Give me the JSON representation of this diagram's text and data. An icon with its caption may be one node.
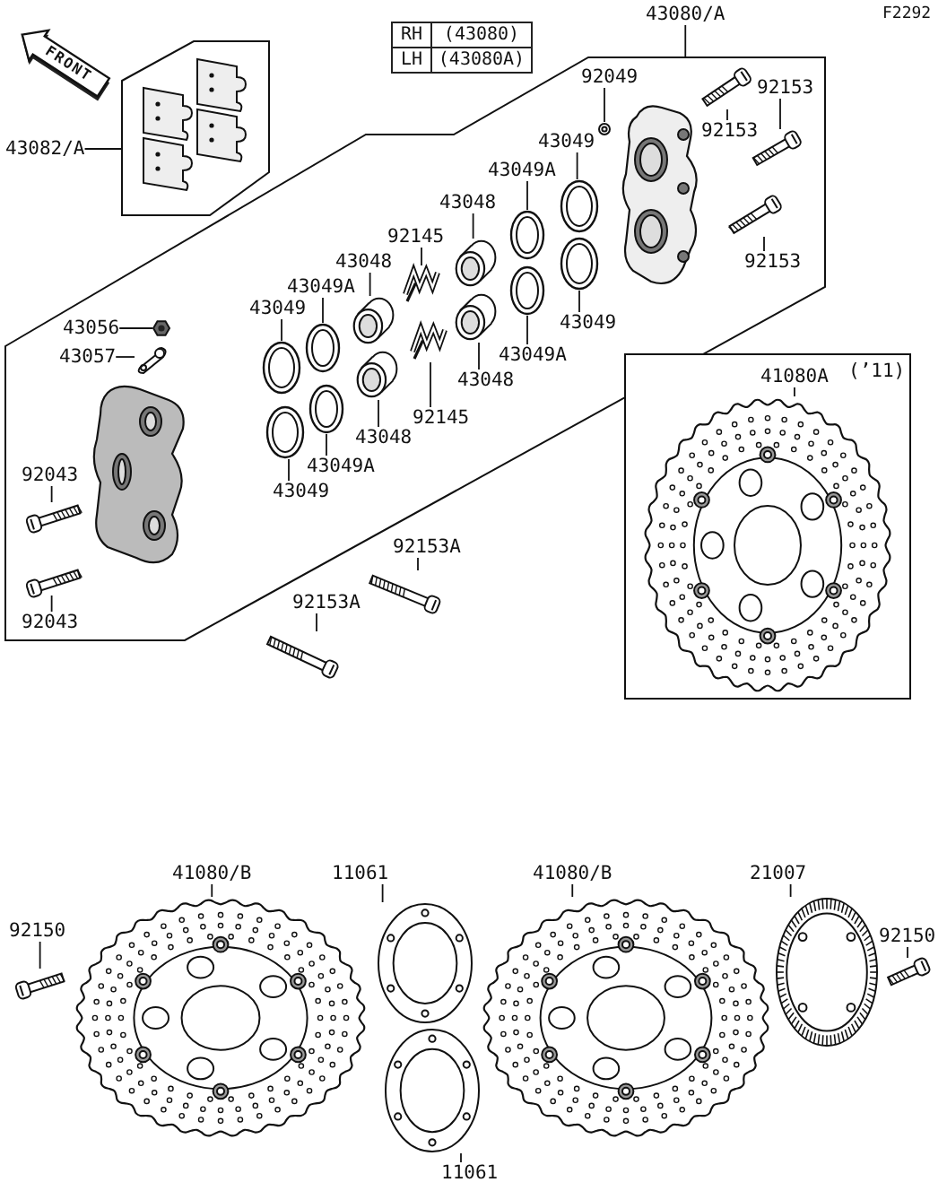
{
  "diagram": {
    "nodes": [
      {
        "text": [
          "43082/A"
        ]
      },
      {
        "text": [],
        "shape": "box"
      },
      {
        "text": [
          "43080/A"
        ]
      },
      {
        "text": [],
        "shape": "box"
      },
      {
        "text": [
          "92049"
        ],
        "in": 3
      },
      {
        "text": [],
        "shape": "picture",
        "in": 3
      },
      {
        "text": [
          "92153"
        ],
        "in": 3
      },
      {
        "text": [
          "92153"
        ],
        "in": 3
      },
      {
        "text": [],
        "shape": "picture",
        "in": 3
      },
      {
        "text": [],
        "shape": "picture",
        "in": 3
      },
      {
        "text": [
          "43049"
        ],
        "in": 3
      },
      {
        "text": [],
        "shape": "picture",
        "in": 3
      },
      {
        "text": [
          "43049A"
        ],
        "in": 3
      },
      {
        "text": [],
        "shape": "picture",
        "in": 3
      },
      {
        "text": [
          "43048"
        ],
        "in": 3
      },
      {
        "text": [],
        "shape": "picture",
        "in": 3
      },
      {
        "text": [
          "92145"
        ],
        "in": 3
      },
      {
        "text": [],
        "shape": "picture",
        "in": 3
      },
      {
        "text": [
          "43048"
        ],
        "in": 3
      },
      {
        "text": [],
        "shape": "picture",
        "in": 3
      },
      {
        "text": [
          "92153"
        ],
        "in": 3
      },
      {
        "text": [],
        "shape": "picture",
        "in": 3
      },
      {
        "text": [
          "43049A"
        ],
        "in": 3
      },
      {
        "text": [],
        "shape": "picture",
        "in": 3
      },
      {
        "text": [
          "43049"
        ],
        "in": 3
      },
      {
        "text": [],
        "shape": "picture",
        "in": 3
      },
      {
        "text": [
          "43056"
        ],
        "in": 3
      },
      {
        "text": [],
        "shape": "picture",
        "in": 3
      },
      {
        "text": [
          "43049"
        ],
        "in": 3
      },
      {
        "text": [],
        "shape": "picture",
        "in": 3
      },
      {
        "text": [
          "43057"
        ],
        "in": 3
      },
      {
        "text": [],
        "shape": "picture",
        "in": 3
      },
      {
        "text": [
          "43049A"
        ],
        "in": 3
      },
      {
        "text": [],
        "shape": "picture",
        "in": 3
      },
      {
        "text": [
          "43048"
        ],
        "in": 3
      },
      {
        "text": [],
        "shape": "picture",
        "in": 3
      },
      {
        "text": [
          "92145"
        ],
        "in": 3
      },
      {
        "text": [],
        "shape": "picture",
        "in": 3
      },
      {
        "text": [
          "43048"
        ],
        "in": 3
      },
      {
        "text": [],
        "shape": "picture",
        "in": 3
      },
      {
        "text": [
          "43049A"
        ],
        "in": 3
      },
      {
        "text": [],
        "shape": "picture",
        "in": 3
      },
      {
        "text": [
          "92043"
        ],
        "in": 3
      },
      {
        "text": [],
        "shape": "picture",
        "in": 3
      },
      {
        "text": [
          "43049"
        ],
        "in": 3
      },
      {
        "text": [],
        "shape": "picture",
        "in": 3
      },
      {
        "text": [
          "92153A"
        ]
      },
      {
        "text": [],
        "shape": "picture"
      },
      {
        "text": [
          "92043"
        ],
        "in": 3
      },
      {
        "text": [],
        "shape": "picture",
        "in": 3
      },
      {
        "text": [
          "92153A"
        ]
      },
      {
        "text": [],
        "shape": "picture"
      },
      {
        "text": [],
        "shape": "box"
      },
      {
        "text": [
          "41080A"
        ],
        "in": 52,
        "beside": [
          "(’11)"
        ]
      },
      {
        "text": [],
        "shape": "picture",
        "in": 52
      },
      {
        "text": [
          "41080/B"
        ]
      },
      {
        "text": [],
        "shape": "picture"
      },
      {
        "text": [
          "11061"
        ]
      },
      {
        "text": [],
        "shape": "picture"
      },
      {
        "text": [
          "41080/B"
        ]
      },
      {
        "text": [],
        "shape": "picture"
      },
      {
        "text": [
          "21007"
        ]
      },
      {
        "text": [],
        "shape": "picture"
      },
      {
        "text": [
          "92150"
        ]
      },
      {
        "text": [],
        "shape": "picture"
      },
      {
        "text": [
          "92150"
        ]
      },
      {
        "text": [],
        "shape": "picture"
      },
      {
        "text": [],
        "shape": "picture"
      },
      {
        "text": [
          "11061"
        ]
      }
    ],
    "edges": [
      {
        "from": 0,
        "to": 1,
        "arrow": "none"
      },
      {
        "from": 2,
        "to": 3,
        "arrow": "none"
      },
      {
        "from": 4,
        "to": 5,
        "arrow": "none"
      },
      {
        "from": 6,
        "to": 9,
        "arrow": "none"
      },
      {
        "from": 7,
        "to": 8,
        "arrow": "none"
      },
      {
        "from": 10,
        "to": 11,
        "arrow": "none"
      },
      {
        "from": 12,
        "to": 13,
        "arrow": "none"
      },
      {
        "from": 14,
        "to": 15,
        "arrow": "none"
      },
      {
        "from": 16,
        "to": 17,
        "arrow": "none"
      },
      {
        "from": 18,
        "to": 19,
        "arrow": "none"
      },
      {
        "from": 20,
        "to": 21,
        "arrow": "none"
      },
      {
        "from": 22,
        "to": 23,
        "arrow": "none"
      },
      {
        "from": 24,
        "to": 25,
        "arrow": "none"
      },
      {
        "from": 26,
        "to": 27,
        "arrow": "none"
      },
      {
        "from": 28,
        "to": 29,
        "arrow": "none"
      },
      {
        "from": 30,
        "to": 31,
        "arrow": "none"
      },
      {
        "from": 32,
        "to": 33,
        "arrow": "none"
      },
      {
        "from": 34,
        "to": 35,
        "arrow": "none"
      },
      {
        "from": 36,
        "to": 37,
        "arrow": "none"
      },
      {
        "from": 38,
        "to": 39,
        "arrow": "none"
      },
      {
        "from": 40,
        "to": 41,
        "arrow": "none"
      },
      {
        "from": 42,
        "to": 43,
        "arrow": "none"
      },
      {
        "from": 44,
        "to": 45,
        "arrow": "none"
      },
      {
        "from": 46,
        "to": 47,
        "arrow": "none"
      },
      {
        "from": 48,
        "to": 49,
        "arrow": "none"
      },
      {
        "from": 50,
        "to": 51,
        "arrow": "none"
      },
      {
        "from": 53,
        "to": 54,
        "arrow": "none"
      },
      {
        "from": 55,
        "to": 56,
        "arrow": "none"
      },
      {
        "from": 57,
        "to": 58,
        "arrow": "none"
      },
      {
        "from": 59,
        "to": 60,
        "arrow": "none"
      },
      {
        "from": 61,
        "to": 62,
        "arrow": "none"
      },
      {
        "from": 63,
        "to": 64,
        "arrow": "none"
      },
      {
        "from": 65,
        "to": 66,
        "arrow": "none"
      },
      {
        "from": 68,
        "to": 67,
        "arrow": "none"
      }
    ],
    "labels": [
      "F2292",
      "RH",
      "(43080)",
      "LH",
      "(43080A)",
      "FRONT"
    ]
  }
}
